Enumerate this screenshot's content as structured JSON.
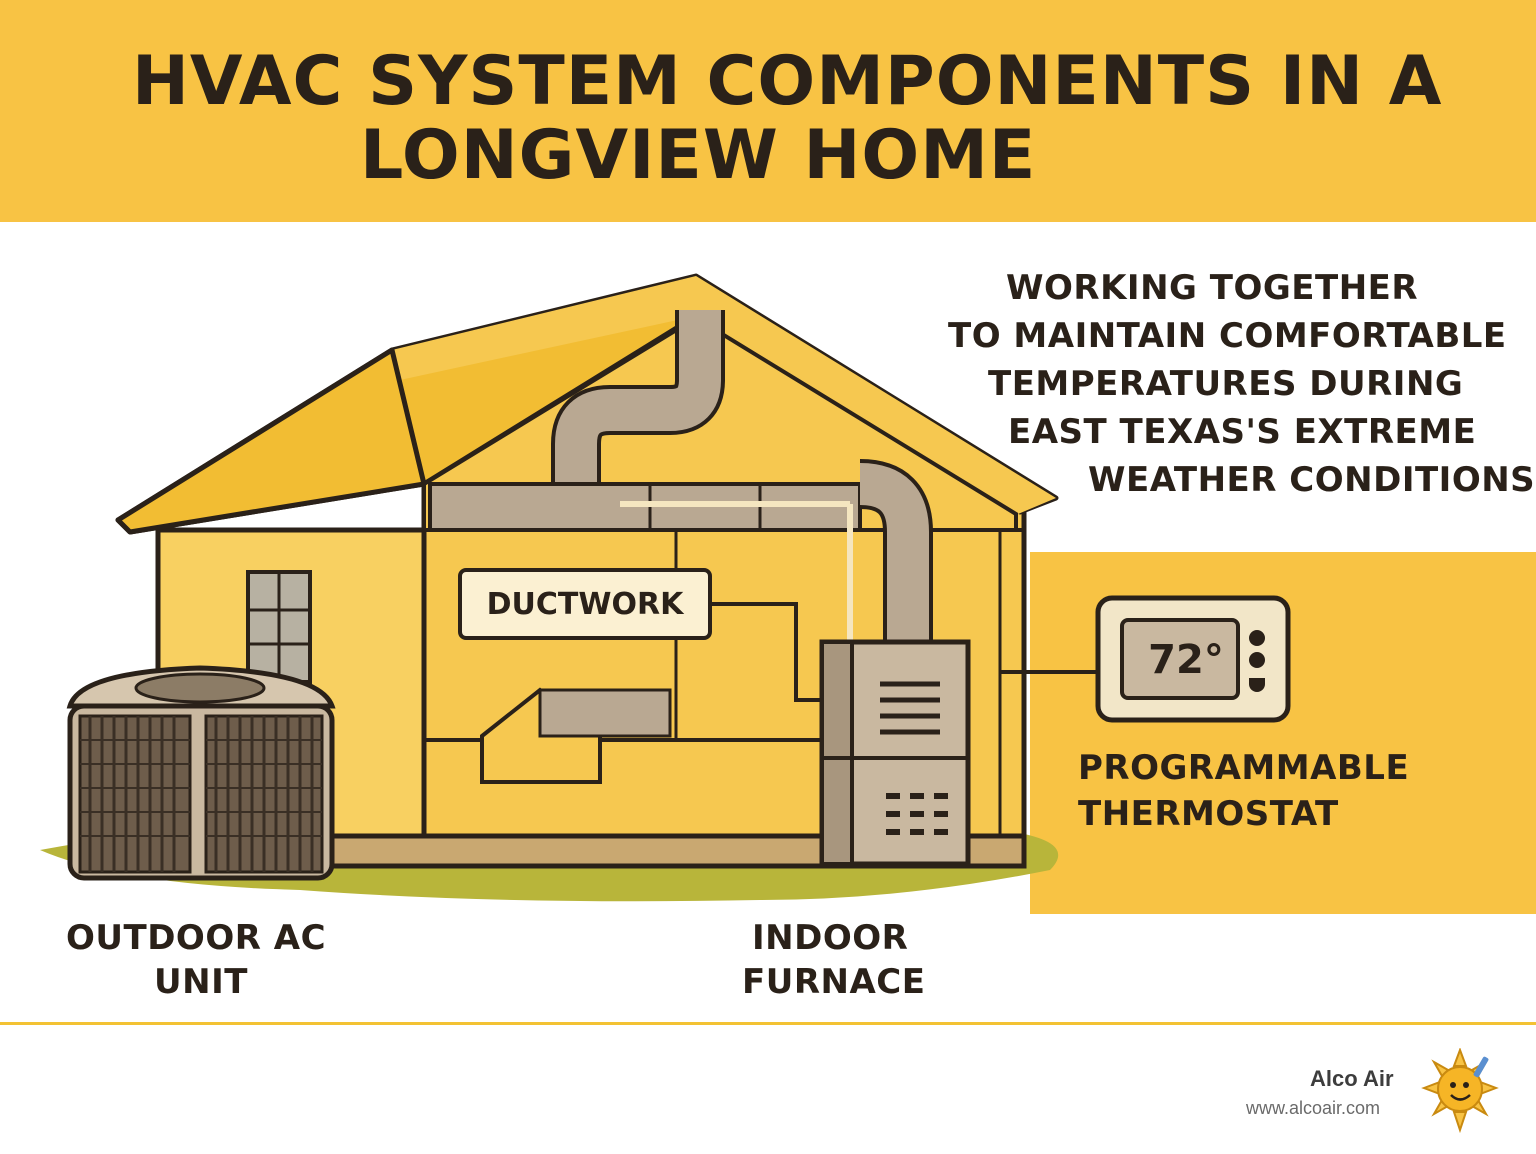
{
  "header": {
    "title_line1": "HVAC SYSTEM COMPONENTS IN A",
    "title_line2": "LONGVIEW HOME",
    "background": "#f8c344"
  },
  "tagline": {
    "line1": "WORKING TOGETHER",
    "line2": "TO MAINTAIN COMFORTABLE",
    "line3": "TEMPERATURES DURING",
    "line4": "EAST TEXAS'S EXTREME",
    "line5": "WEATHER CONDITIONS"
  },
  "components": {
    "ductwork_label": "DUCTWORK",
    "outdoor_ac_line1": "OUTDOOR AC",
    "outdoor_ac_line2": "UNIT",
    "indoor_furnace_line1": "INDOOR",
    "indoor_furnace_line2": "FURNACE",
    "thermostat_line1": "PROGRAMMABLE",
    "thermostat_line2": "THERMOSTAT",
    "thermostat_reading": "72°"
  },
  "icons": [
    "house-illustration",
    "outdoor-ac-unit-icon",
    "furnace-icon",
    "thermostat-icon",
    "ductwork-icon",
    "sun-mascot-logo"
  ],
  "footer": {
    "brand_name": "Alco Air",
    "brand_url": "www.alcoair.com"
  },
  "colors": {
    "accent_yellow": "#f8c344",
    "house_yellow": "#f6c850",
    "outline": "#2a2119",
    "duct": "#b9a892",
    "grass": "#b8b53a"
  }
}
